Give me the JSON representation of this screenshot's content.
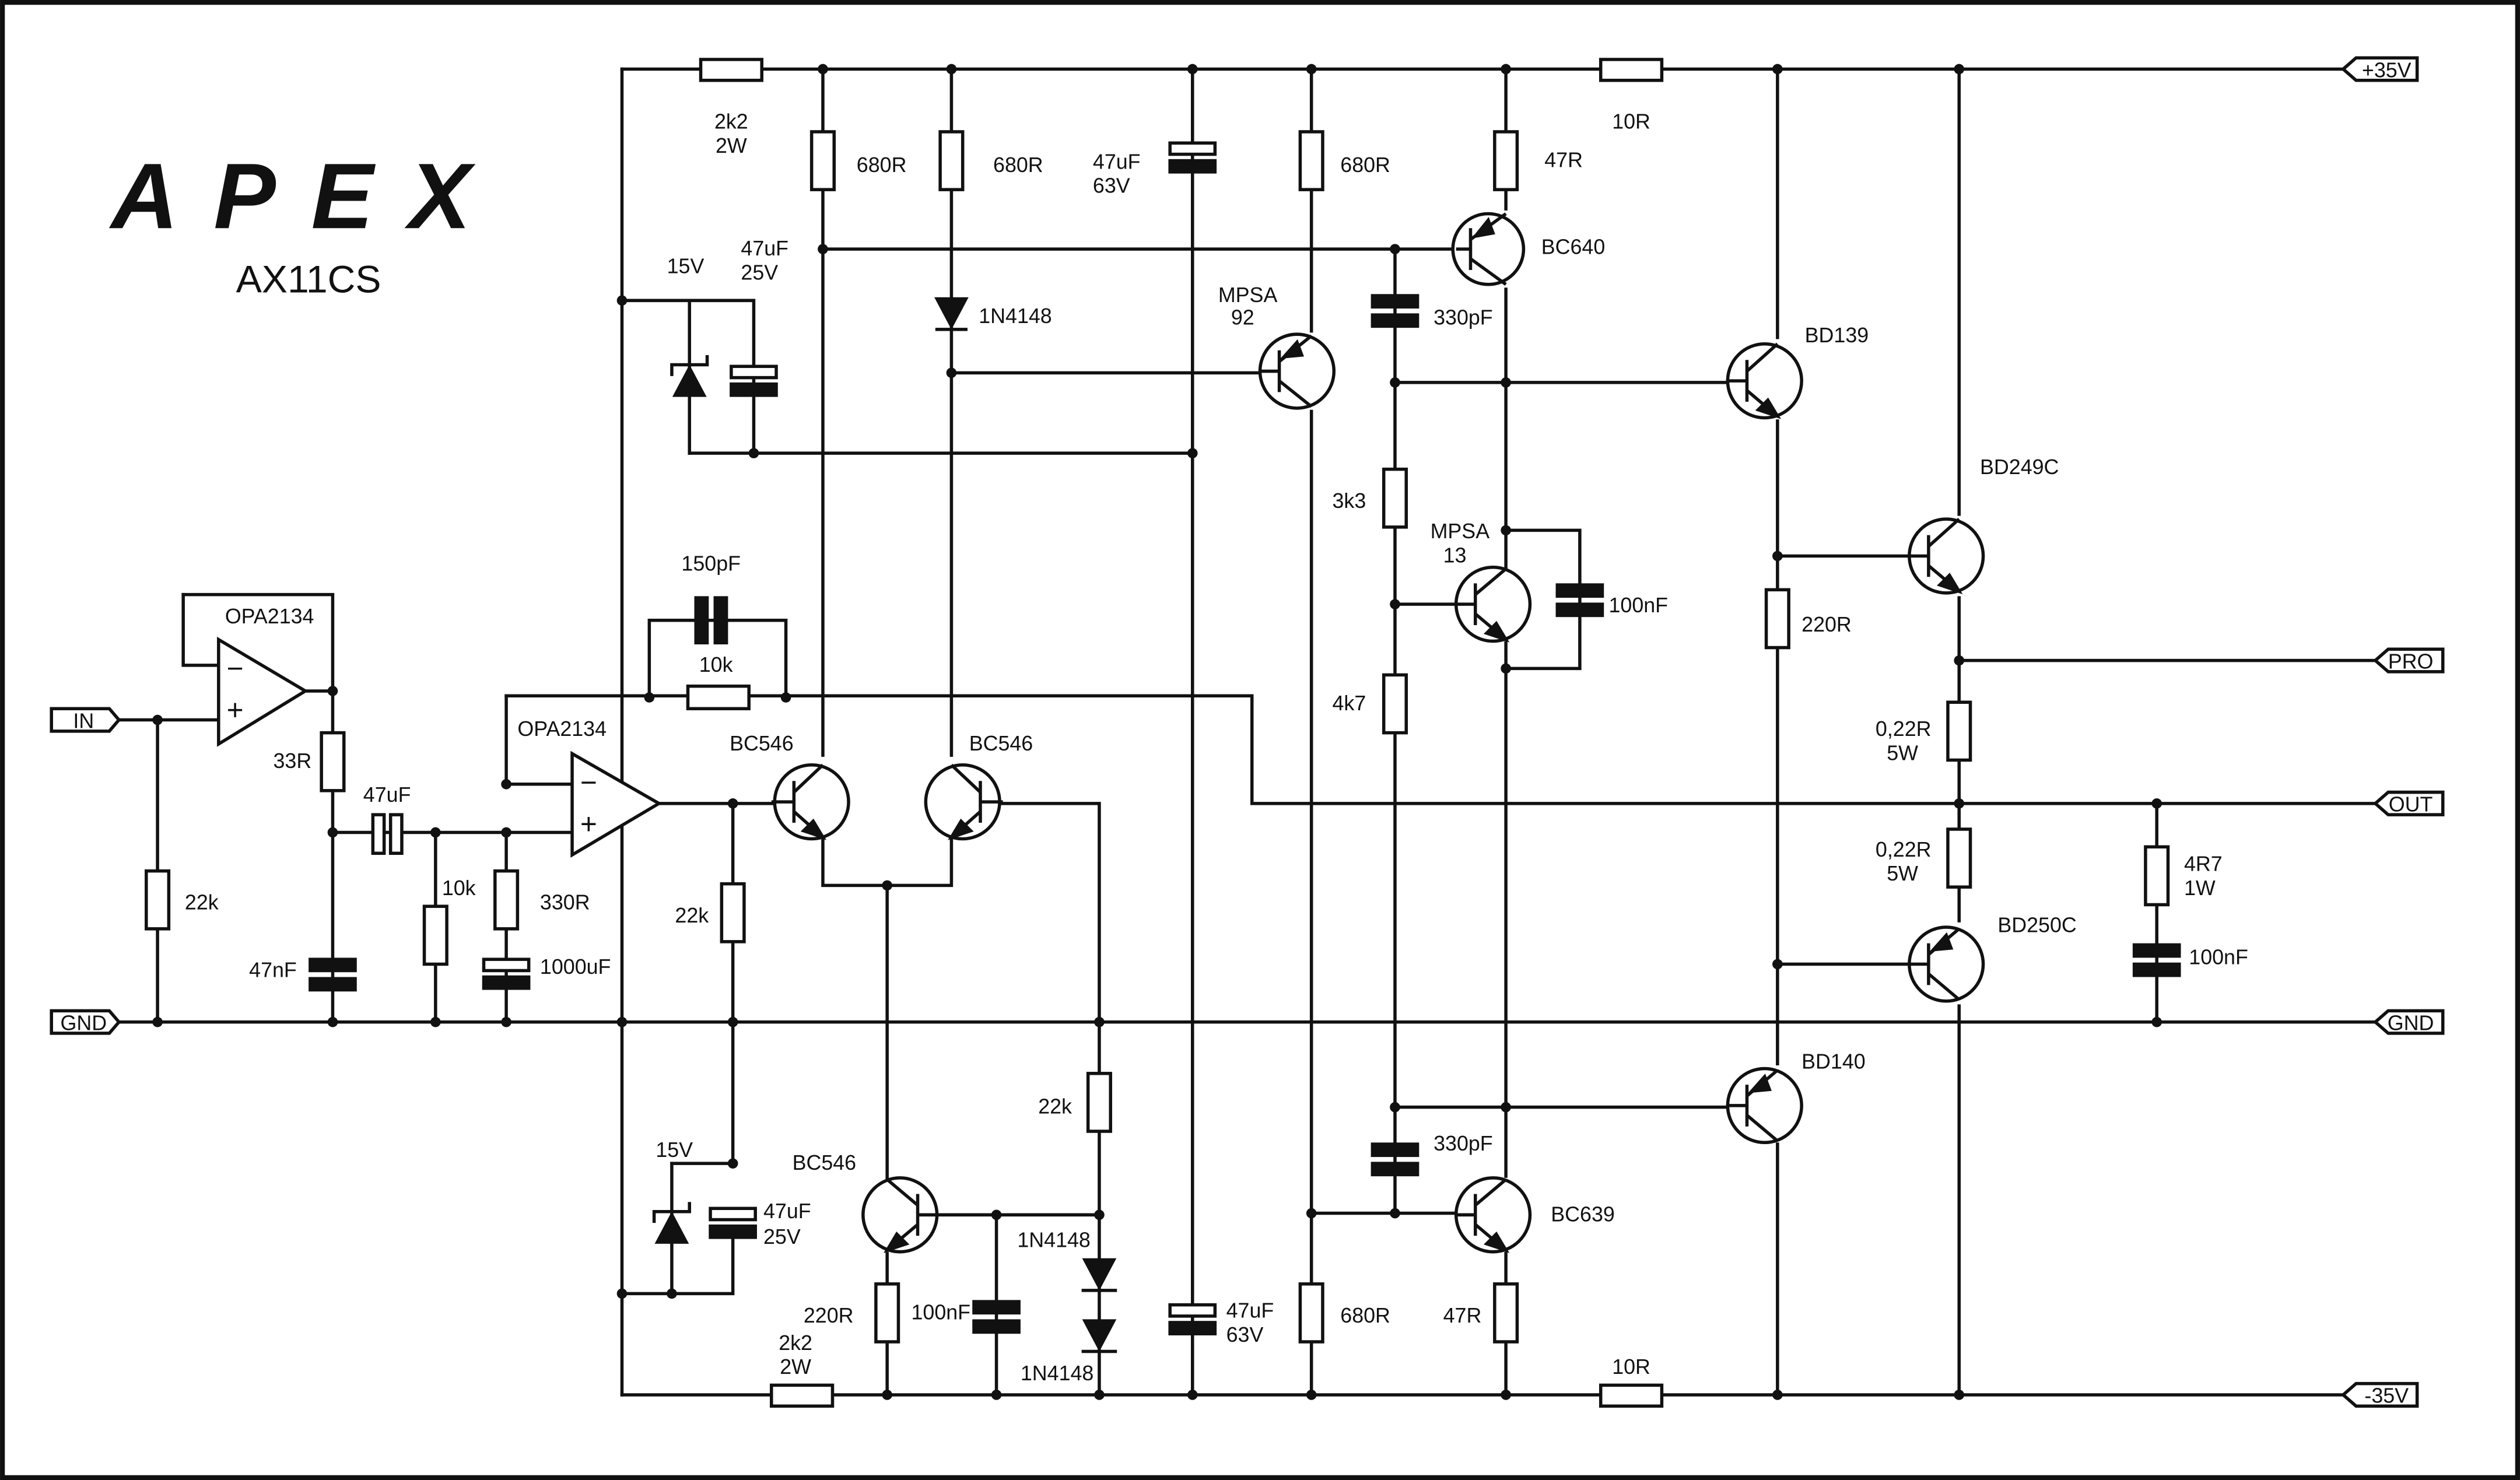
{
  "brand": {
    "logo": "APEX",
    "model": "AX11CS"
  },
  "ports": {
    "in": "IN",
    "gnd_left": "GND",
    "vplus": "+35V",
    "pro": "PRO",
    "out": "OUT",
    "gnd_right": "GND",
    "vminus": "-35V"
  },
  "opamps": {
    "u1": "OPA2134",
    "u2": "OPA2134",
    "minus": "−",
    "plus": "+"
  },
  "components": {
    "r_2k2_top": "2k2",
    "r_2k2_top_w": "2W",
    "r_680_1": "680R",
    "r_680_2": "680R",
    "c_47u_63_top": "47uF",
    "c_47u_63_top_v": "63V",
    "r_680_3": "680R",
    "r_47_top": "47R",
    "r_10_top": "10R",
    "d_15v_top": "15V",
    "c_47u_25_top": "47uF",
    "c_47u_25_top_v": "25V",
    "d_1n4148_top": "1N4148",
    "q_mpsa92": "MPSA",
    "q_mpsa92_b": "92",
    "q_bc640": "BC640",
    "c_330p_top": "330pF",
    "q_bd139": "BD139",
    "q_bd249c": "BD249C",
    "r_3k3": "3k3",
    "q_mpsa13": "MPSA",
    "q_mpsa13_b": "13",
    "c_100n_mid": "100nF",
    "r_220_mid": "220R",
    "c_150p": "150pF",
    "r_10k_fb": "10k",
    "r_4k7": "4k7",
    "r_022_top": "0,22R",
    "r_022_top_w": "5W",
    "r_022_bot": "0,22R",
    "r_022_bot_w": "5W",
    "r_4r7": "4R7",
    "r_4r7_w": "1W",
    "c_100n_zobel": "100nF",
    "q_bd250c": "BD250C",
    "r_33": "33R",
    "c_47u_in": "47uF",
    "r_22k_in": "22k",
    "c_47n": "47nF",
    "r_10k_bias": "10k",
    "r_330": "330R",
    "c_1000u": "1000uF",
    "q_bc546_l": "BC546",
    "q_bc546_r": "BC546",
    "r_22k_mid": "22k",
    "q_bd140": "BD140",
    "d_15v_bot": "15V",
    "c_47u_25_bot": "47uF",
    "c_47u_25_bot_v": "25V",
    "q_bc546_bot": "BC546",
    "r_22k_right": "22k",
    "c_330p_bot": "330pF",
    "q_bc639": "BC639",
    "d_1n4148_b1": "1N4148",
    "d_1n4148_b2": "1N4148",
    "r_220_bot": "220R",
    "c_100n_bot": "100nF",
    "c_47u_63_bot": "47uF",
    "c_47u_63_bot_v": "63V",
    "r_680_bot": "680R",
    "r_47_bot": "47R",
    "r_2k2_bot": "2k2",
    "r_2k2_bot_w": "2W",
    "r_10_bot": "10R"
  },
  "colors": {
    "ink": "#111111",
    "paper": "#ffffff"
  }
}
